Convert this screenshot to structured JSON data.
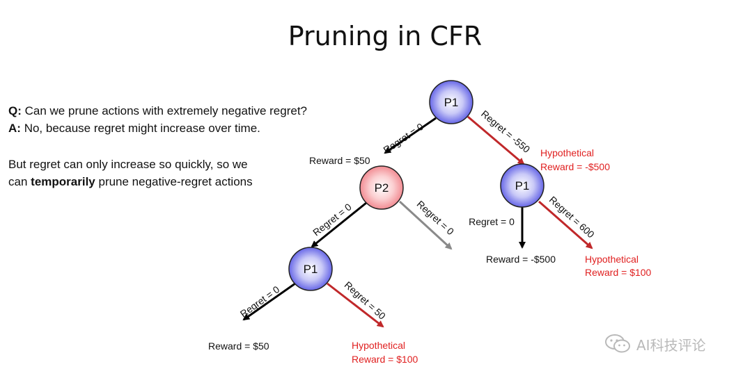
{
  "title": "Pruning in CFR",
  "qa": {
    "q_label": "Q:",
    "q_text": "Can we prune actions with extremely negative regret?",
    "a_label": "A:",
    "a_text": "No, because regret might increase over time."
  },
  "note": {
    "line1": "But regret can only increase so quickly, so we",
    "line2_pre": "can",
    "line2_bold": "temporarily",
    "line2_post": "prune negative-regret actions"
  },
  "colors": {
    "p1_node": "#4a4ae6",
    "p2_node": "#f07f86",
    "black_edge": "#000000",
    "red_edge": "#c0282a",
    "gray_edge": "#8a8a8a",
    "red_text": "#e02020"
  },
  "tree": {
    "nodes": {
      "root": "P1",
      "p2": "P2",
      "p1_right": "P1",
      "p1_bottom": "P1"
    },
    "edges": {
      "root_left": "Regret = 0",
      "root_right": "Regret = -550",
      "p2_left": "Regret = 0",
      "p2_right": "Regret = 0",
      "p1r_down": "Regret = 0",
      "p1r_right": "Regret = 600",
      "p1b_left": "Regret = 0",
      "p1b_right": "Regret = 50"
    },
    "labels": {
      "reward_p2": "Reward = $50",
      "hyp_root_1": "Hypothetical",
      "hyp_root_2": "Reward = -$500",
      "reward_p1r": "Reward = -$500",
      "hyp_p1r_1": "Hypothetical",
      "hyp_p1r_2": "Reward = $100",
      "reward_p1b": "Reward = $50",
      "hyp_p1b_1": "Hypothetical",
      "hyp_p1b_2": "Reward = $100"
    }
  },
  "watermark": {
    "text": "AI科技评论",
    "icon": "wechat-icon"
  }
}
